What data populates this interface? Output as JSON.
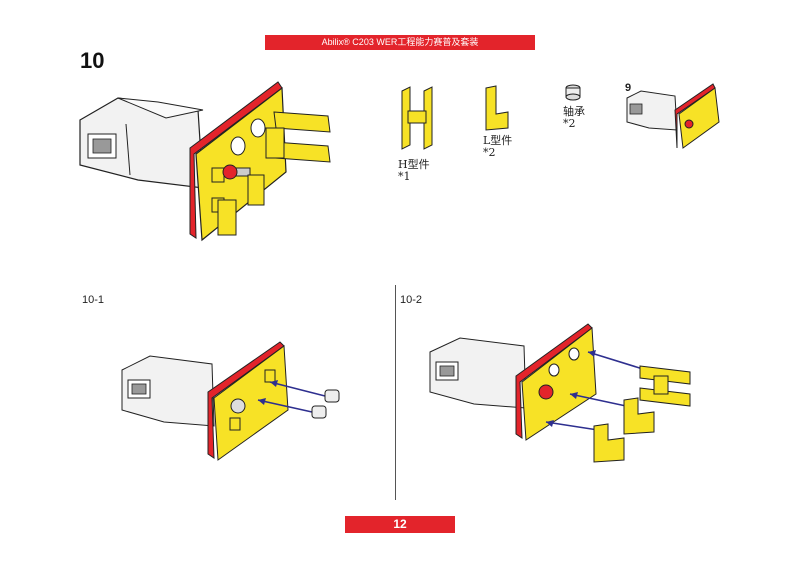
{
  "header": {
    "title": "Abilix® C203 WER工程能力赛普及套装"
  },
  "step": {
    "number": "10"
  },
  "parts": [
    {
      "name": "H型件",
      "qty": "*1"
    },
    {
      "name": "L型件",
      "qty": "*2"
    },
    {
      "name": "轴承",
      "qty": "*2"
    }
  ],
  "previous_step": "9",
  "substeps": [
    "10-1",
    "10-2"
  ],
  "footer": {
    "page_number": "12"
  },
  "colors": {
    "accent_red": "#e3242b",
    "part_yellow": "#f7e226",
    "arrow_blue": "#2e2f8f",
    "motor_white": "#f2f2f2"
  }
}
